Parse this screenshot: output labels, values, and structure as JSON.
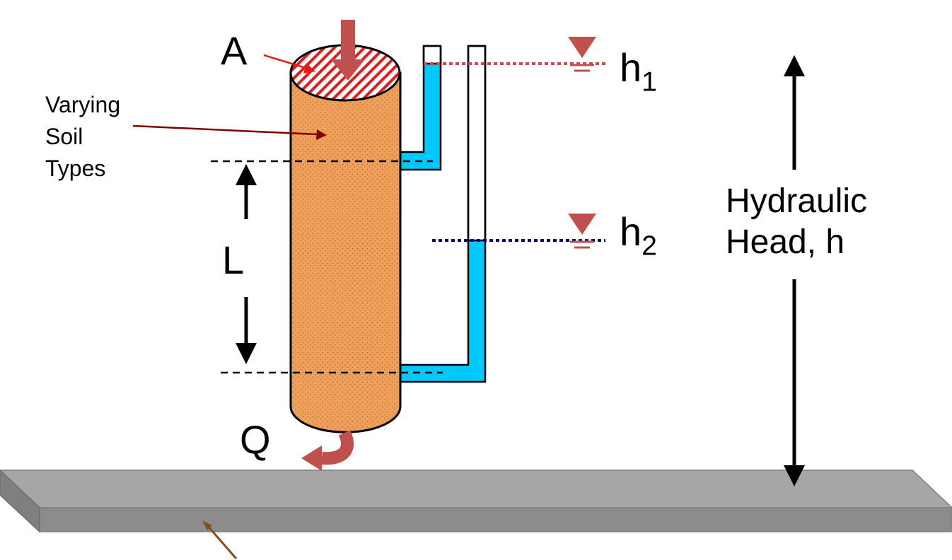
{
  "labels": {
    "area": "A",
    "soil_line1": "Varying",
    "soil_line2": "Soil",
    "soil_line3": "Types",
    "length": "L",
    "flow": "Q",
    "head1_base": "h",
    "head1_sub": "1",
    "head2_base": "h",
    "head2_sub": "2",
    "hydraulic_line1": "Hydraulic",
    "hydraulic_line2": "Head, h"
  },
  "colors": {
    "soil": "#EFA15B",
    "soil_speckle": "#B86A2E",
    "water": "#00C8F8",
    "flow_arrow": "#C0504D",
    "hatch": "#E21B1B",
    "datum_top": "#A6A6A6",
    "datum_front": "#8C8C8C",
    "datum_side": "#7F7F7F",
    "h1_line": "#C0504D",
    "h2_line": "#00007F",
    "pointer_soil": "#7F0000",
    "pointer_area": "#E21B1B",
    "pointer_datum": "#7F4F1F"
  }
}
